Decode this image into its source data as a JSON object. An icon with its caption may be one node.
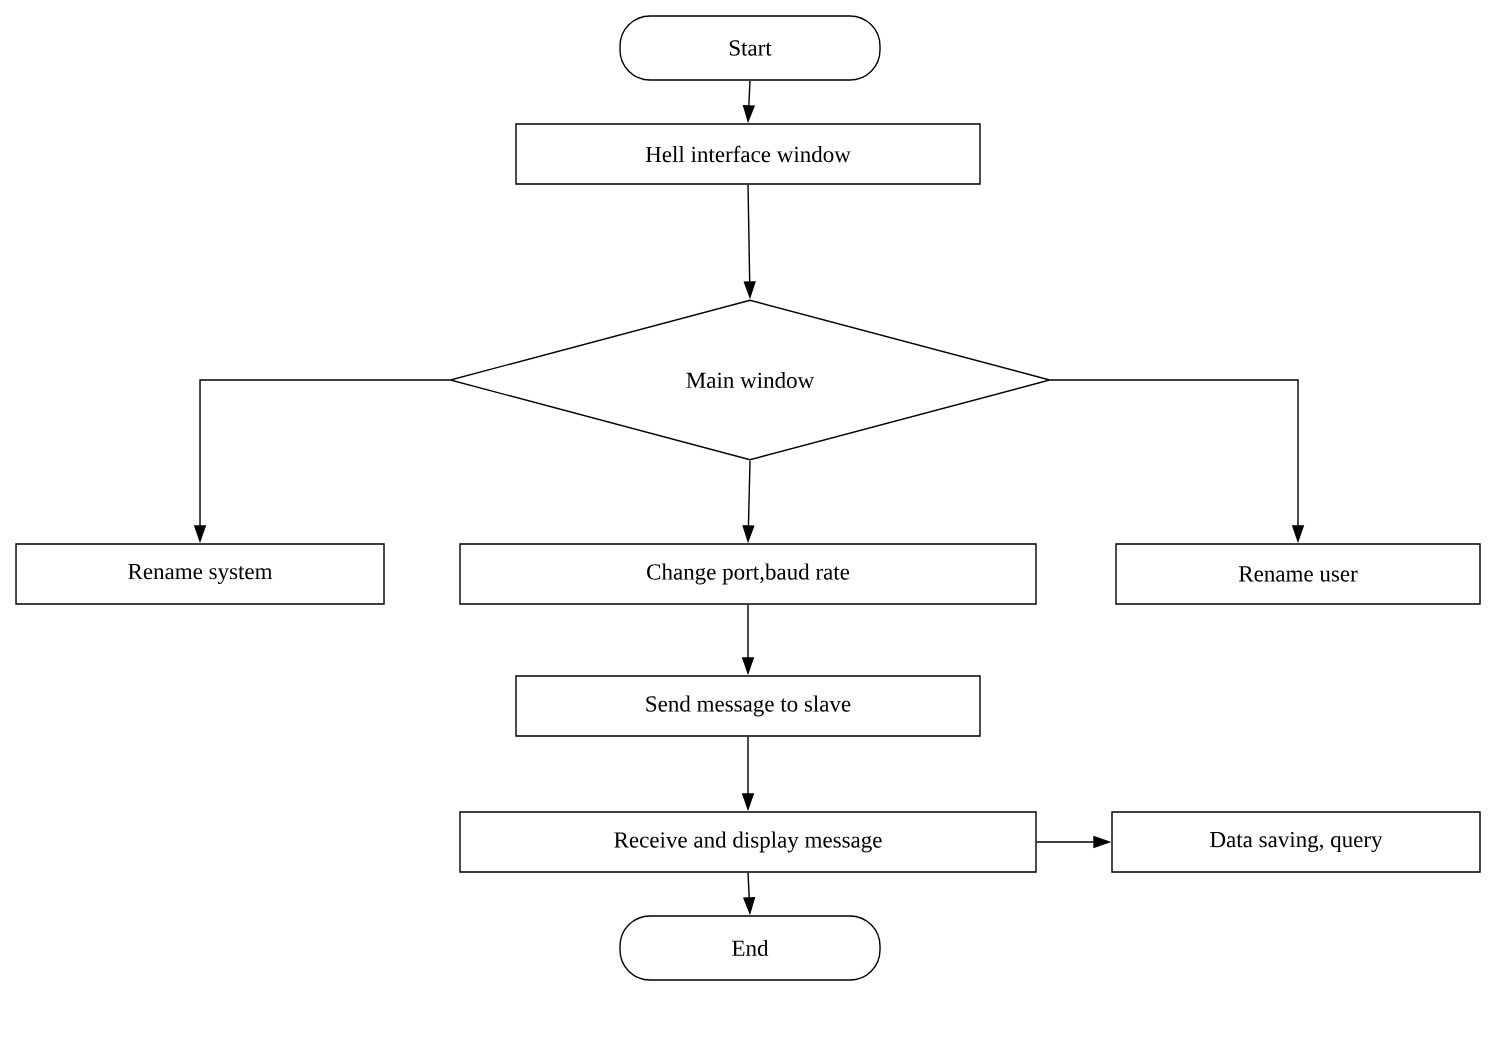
{
  "diagram": {
    "nodes": [
      {
        "text": [
          "Start"
        ]
      },
      {
        "text": [
          "Hell interface window"
        ]
      },
      {
        "text": [
          "Main window"
        ]
      },
      {
        "text": [
          "Rename system"
        ]
      },
      {
        "text": [
          "Change port,baud rate"
        ]
      },
      {
        "text": [
          "Rename user"
        ]
      },
      {
        "text": [
          "Send message to slave"
        ]
      },
      {
        "text": [
          "Receive and display message"
        ]
      },
      {
        "text": [
          "Data saving, query"
        ]
      },
      {
        "text": [
          "End"
        ]
      }
    ],
    "edges": [
      {
        "from": 0,
        "to": 1,
        "arrow": "to"
      },
      {
        "from": 1,
        "to": 2,
        "arrow": "to"
      },
      {
        "from": 2,
        "to": 3,
        "arrow": "to"
      },
      {
        "from": 2,
        "to": 4,
        "arrow": "to"
      },
      {
        "from": 2,
        "to": 5,
        "arrow": "to"
      },
      {
        "from": 4,
        "to": 6,
        "arrow": "to"
      },
      {
        "from": 6,
        "to": 7,
        "arrow": "to"
      },
      {
        "from": 7,
        "to": 8,
        "arrow": "to"
      },
      {
        "from": 7,
        "to": 9,
        "arrow": "to"
      }
    ]
  }
}
